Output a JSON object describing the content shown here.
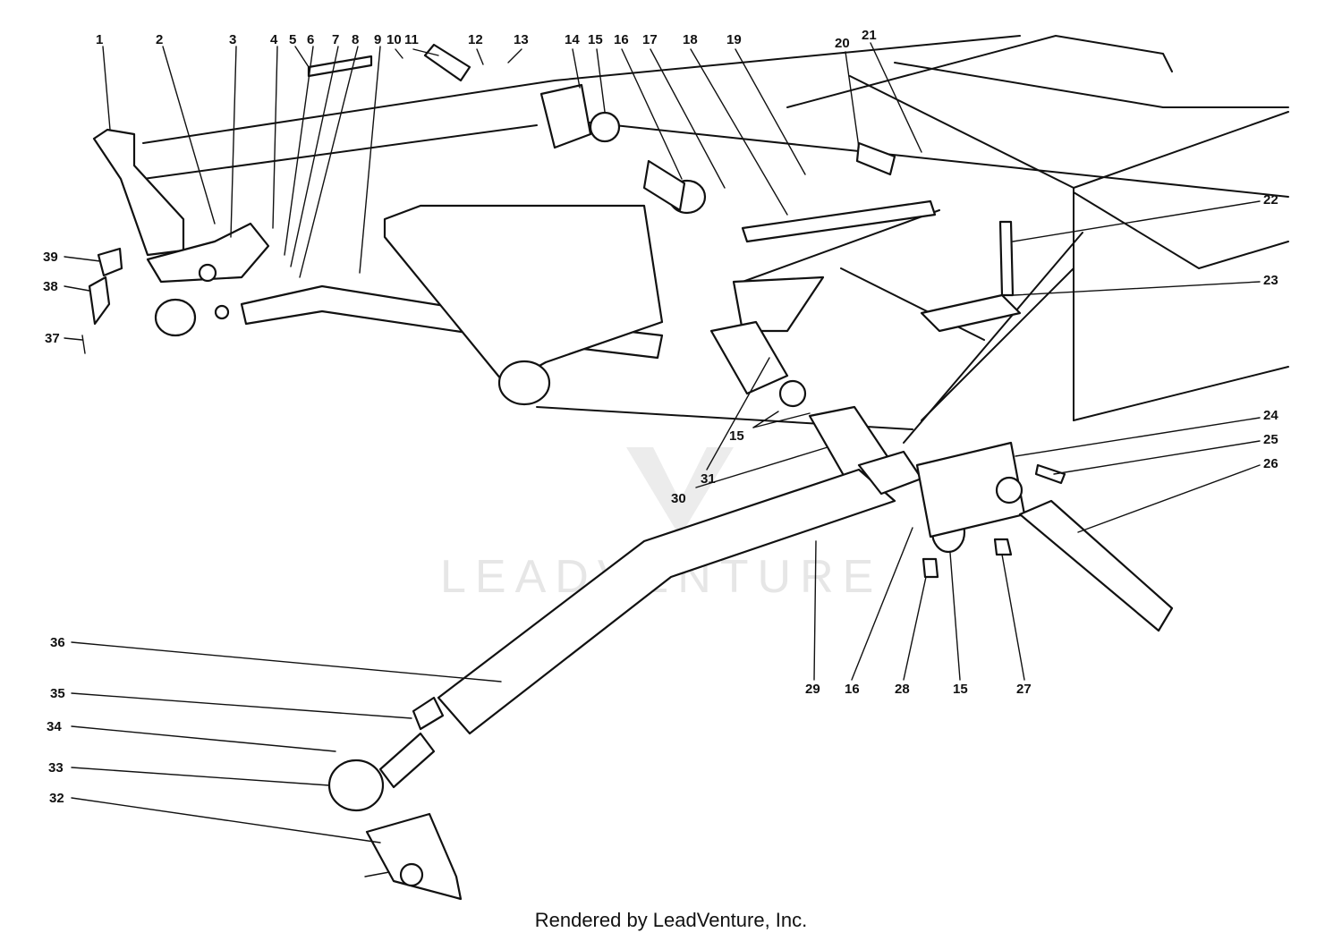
{
  "diagram": {
    "watermark_text": "LEADVENTURE",
    "footer_text": "Rendered by LeadVenture, Inc.",
    "callouts": [
      {
        "id": "c1",
        "text": "1"
      },
      {
        "id": "c2",
        "text": "2"
      },
      {
        "id": "c3",
        "text": "3"
      },
      {
        "id": "c4",
        "text": "4"
      },
      {
        "id": "c5",
        "text": "5"
      },
      {
        "id": "c6",
        "text": "6"
      },
      {
        "id": "c7",
        "text": "7"
      },
      {
        "id": "c8",
        "text": "8"
      },
      {
        "id": "c9",
        "text": "9"
      },
      {
        "id": "c10",
        "text": "10"
      },
      {
        "id": "c11",
        "text": "11"
      },
      {
        "id": "c12",
        "text": "12"
      },
      {
        "id": "c13",
        "text": "13"
      },
      {
        "id": "c14",
        "text": "14"
      },
      {
        "id": "c15a",
        "text": "15"
      },
      {
        "id": "c16a",
        "text": "16"
      },
      {
        "id": "c17",
        "text": "17"
      },
      {
        "id": "c18",
        "text": "18"
      },
      {
        "id": "c19",
        "text": "19"
      },
      {
        "id": "c20",
        "text": "20"
      },
      {
        "id": "c21",
        "text": "21"
      },
      {
        "id": "c22",
        "text": "22"
      },
      {
        "id": "c23",
        "text": "23"
      },
      {
        "id": "c24",
        "text": "24"
      },
      {
        "id": "c25",
        "text": "25"
      },
      {
        "id": "c26",
        "text": "26"
      },
      {
        "id": "c15b",
        "text": "15"
      },
      {
        "id": "c31",
        "text": "31"
      },
      {
        "id": "c30",
        "text": "30"
      },
      {
        "id": "c29",
        "text": "29"
      },
      {
        "id": "c16b",
        "text": "16"
      },
      {
        "id": "c28",
        "text": "28"
      },
      {
        "id": "c15c",
        "text": "15"
      },
      {
        "id": "c27",
        "text": "27"
      },
      {
        "id": "c39",
        "text": "39"
      },
      {
        "id": "c38",
        "text": "38"
      },
      {
        "id": "c37",
        "text": "37"
      },
      {
        "id": "c36",
        "text": "36"
      },
      {
        "id": "c35",
        "text": "35"
      },
      {
        "id": "c34",
        "text": "34"
      },
      {
        "id": "c33",
        "text": "33"
      },
      {
        "id": "c32",
        "text": "32"
      }
    ]
  }
}
